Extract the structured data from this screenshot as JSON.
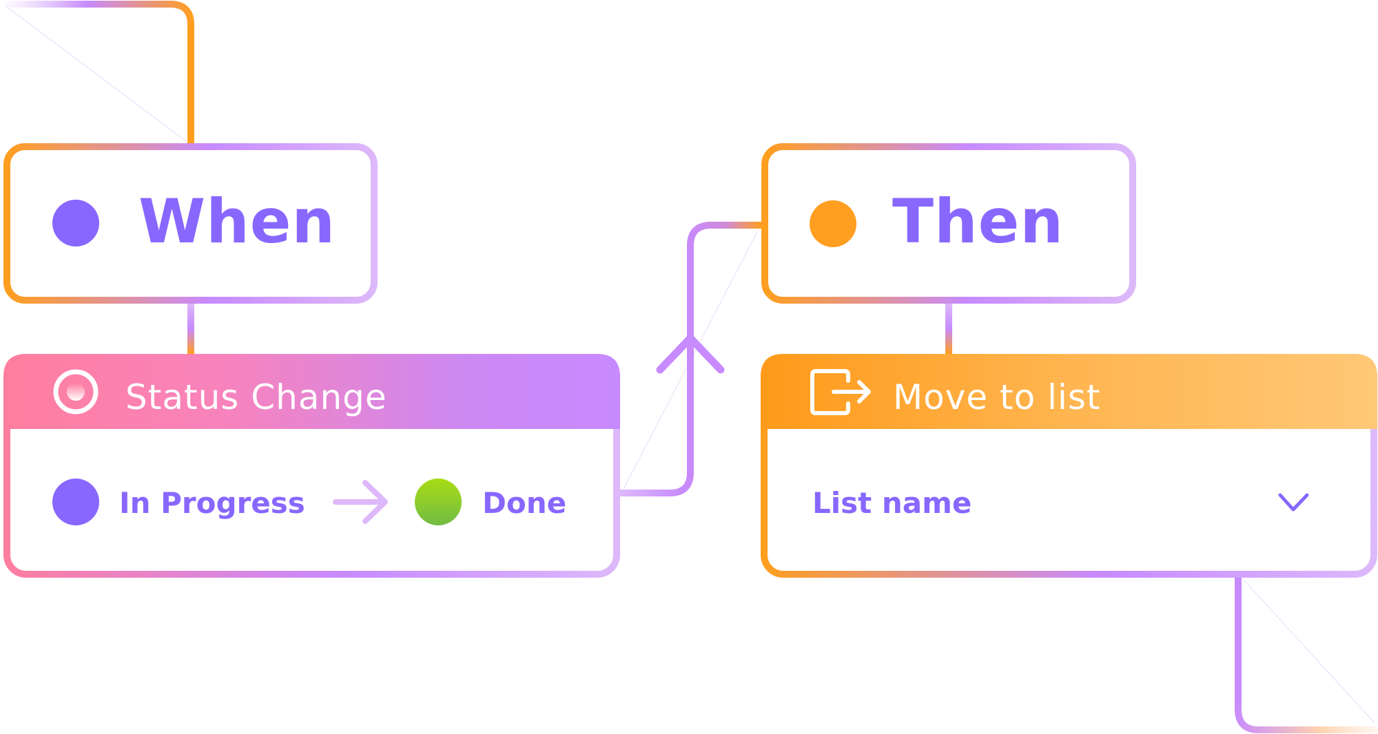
{
  "colors": {
    "accent_purple": "#8867FF",
    "orange": "#FF9E1F",
    "lavender": "#DDB8FA",
    "mid_purple": "#C78AFF",
    "pink": "#FF7EA0",
    "green_top": "#A8DC14",
    "green_bottom": "#72BC44",
    "orange_light": "#FFC877"
  },
  "trigger": {
    "title": "When",
    "dot_color": "#8867FF",
    "card": {
      "header_label": "Status Change",
      "header_icon": "target-circle-icon",
      "from_status": {
        "label": "In Progress",
        "color": "#8867FF"
      },
      "transition_icon": "arrow-right-icon",
      "to_status": {
        "label": "Done",
        "color": "#8ED02A"
      }
    }
  },
  "connector": {
    "direction_icon": "arrow-up-icon"
  },
  "action": {
    "title": "Then",
    "dot_color": "#FF9E1F",
    "card": {
      "header_label": "Move to list",
      "header_icon": "move-out-icon",
      "field_value": "List name",
      "field_icon": "chevron-down-icon"
    }
  }
}
